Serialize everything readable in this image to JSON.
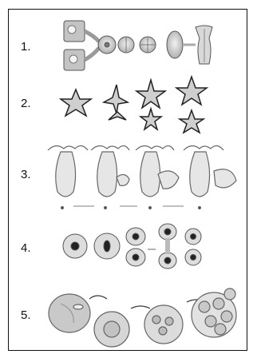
{
  "rows": [
    {
      "label": "1."
    },
    {
      "label": "2."
    },
    {
      "label": "3."
    },
    {
      "label": "4."
    },
    {
      "label": "5."
    }
  ],
  "colors": {
    "border": "#111111",
    "fill_gray": "#cfcfcf",
    "fill_pale": "#e6e6e6",
    "stroke": "#444444",
    "dark": "#222222"
  },
  "icons": {
    "row1": "fertilization-sequence-icon",
    "row2": "starfish-regeneration-icon",
    "row3": "hydra-budding-icon",
    "row4": "cell-division-icon",
    "row5": "spore-formation-icon"
  }
}
